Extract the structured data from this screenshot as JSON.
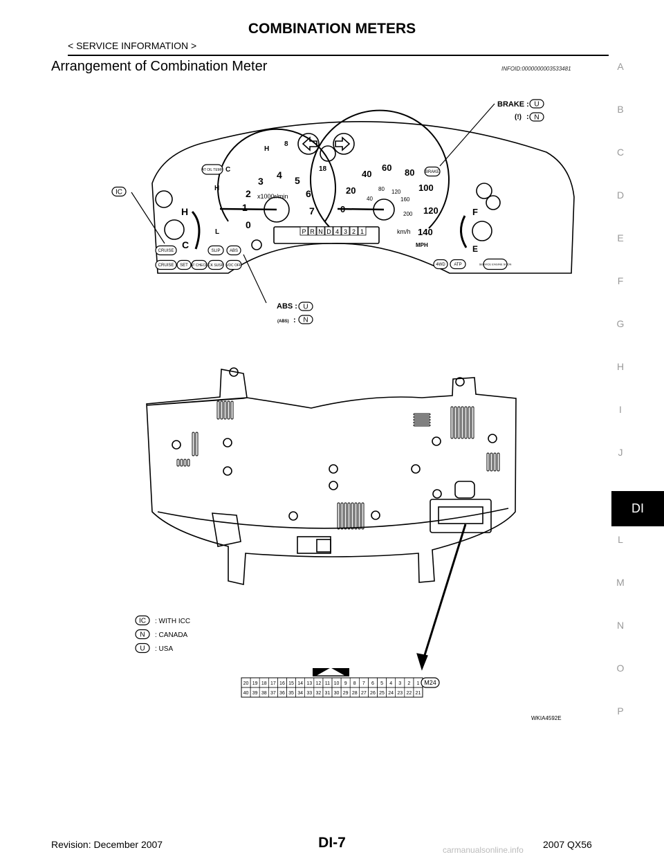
{
  "header": {
    "title": "COMBINATION METERS",
    "subtitle": "< SERVICE INFORMATION >"
  },
  "section": {
    "title": "Arrangement of Combination Meter",
    "info_id": "INFOID:0000000003533481"
  },
  "side_index": [
    "A",
    "B",
    "C",
    "D",
    "E",
    "F",
    "G",
    "H",
    "I",
    "J",
    "L",
    "M",
    "N",
    "O",
    "P"
  ],
  "side_tab": "DI",
  "meter": {
    "tach_numbers": [
      "0",
      "1",
      "2",
      "3",
      "4",
      "5",
      "6",
      "7"
    ],
    "tach_unit": "x1000r/min",
    "speed_mph": [
      "0",
      "20",
      "40",
      "60",
      "80",
      "100",
      "120",
      "140"
    ],
    "speed_kmh": [
      "40",
      "80",
      "120",
      "160",
      "200"
    ],
    "unit_kmh": "km/h",
    "unit_mph": "MPH",
    "temp_labels": [
      "H",
      "C",
      "H",
      "L",
      "C",
      "H",
      "8",
      "18"
    ],
    "fuel_labels": [
      "F",
      "E"
    ],
    "shift": [
      "P",
      "R",
      "N",
      "D",
      "4",
      "3",
      "2",
      "1"
    ],
    "lamps": {
      "cruise": "CRUISE",
      "set": "SET",
      "at_check": "AT CHECK",
      "ck_susp": "CK SUSP",
      "vdc_off": "VDC OFF",
      "slip": "SLIP",
      "abs": "ABS",
      "at_oil_temp": "AT OIL TEMP",
      "brake": "BRAKE",
      "fourwd": "4WD",
      "atp": "ATP",
      "service": "SERVICE ENGINE SOON"
    }
  },
  "callouts": {
    "brake_label": "BRAKE :",
    "u": "U",
    "n": "N",
    "colon": ":",
    "abs_label": "ABS :",
    "ic": "IC"
  },
  "legend": [
    {
      "code": "IC",
      "text": ": WITH ICC"
    },
    {
      "code": "N",
      "text": ": CANADA"
    },
    {
      "code": "U",
      "text": ": USA"
    }
  ],
  "connector": {
    "id": "M24",
    "top_row": [
      "20",
      "19",
      "18",
      "17",
      "16",
      "15",
      "14",
      "13",
      "12",
      "11",
      "10",
      "9",
      "8",
      "7",
      "6",
      "5",
      "4",
      "3",
      "2",
      "1"
    ],
    "bottom_row": [
      "40",
      "39",
      "38",
      "37",
      "36",
      "35",
      "34",
      "33",
      "32",
      "31",
      "30",
      "29",
      "28",
      "27",
      "26",
      "25",
      "24",
      "23",
      "22",
      "21"
    ]
  },
  "figure_id": "WKIA4592E",
  "footer": {
    "page": "DI-7",
    "revision": "Revision: December 2007",
    "model": "2007 QX56",
    "watermark": "carmanualsonline.info"
  }
}
